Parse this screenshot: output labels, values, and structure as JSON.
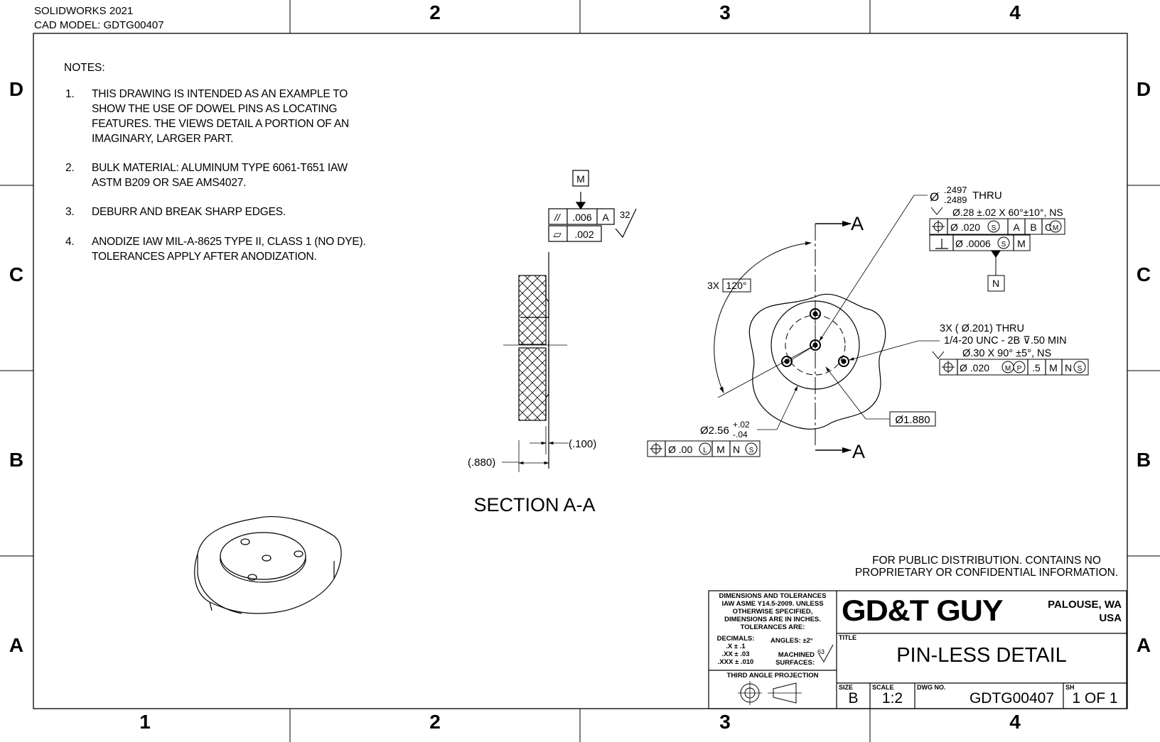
{
  "header": {
    "software": "SOLIDWORKS 2021",
    "cad_model": "CAD MODEL: GDTG00407"
  },
  "zones": {
    "columns": [
      "1",
      "2",
      "3",
      "4"
    ],
    "rows": [
      "D",
      "C",
      "B",
      "A"
    ]
  },
  "notes": {
    "title": "NOTES:",
    "items": [
      {
        "num": "1.",
        "text": "THIS DRAWING IS INTENDED AS AN EXAMPLE TO SHOW THE USE OF DOWEL PINS AS LOCATING FEATURES.  THE VIEWS DETAIL A PORTION OF AN IMAGINARY, LARGER PART."
      },
      {
        "num": "2.",
        "text": "BULK MATERIAL: ALUMINUM TYPE 6061-T651 IAW ASTM B209 OR SAE AMS4027."
      },
      {
        "num": "3.",
        "text": "DEBURR AND BREAK SHARP EDGES."
      },
      {
        "num": "4.",
        "text": "ANODIZE IAW MIL-A-8625 TYPE II, CLASS 1 (NO DYE).  TOLERANCES APPLY AFTER ANODIZATION."
      }
    ]
  },
  "section_view": {
    "title": "SECTION A-A",
    "datum_m": "M",
    "fcf_parallel": {
      "symbol": "//",
      "tol": ".006",
      "datum": "A"
    },
    "fcf_flatness": {
      "symbol": "▱",
      "tol": ".002"
    },
    "finish": "32",
    "dim_thickness": "(.880)",
    "dim_step": "(.100)"
  },
  "front_view": {
    "section_label": "A",
    "angle_count": "3X",
    "angle_basic": "120°",
    "center_hole": {
      "dia_prefix": "Ø",
      "dia_upper": ".2497",
      "dia_lower": ".2489",
      "thru": "THRU",
      "csk": "Ø.28 ±.02 X 60°±10°, NS",
      "fcf1": {
        "tol": "Ø .020",
        "mod": "S",
        "d1": "A",
        "d2": "B",
        "d3": "C",
        "d3mod": "M"
      },
      "fcf2": {
        "tol": "Ø .0006",
        "mod": "S",
        "d1": "M"
      },
      "datum_n": "N"
    },
    "tapped_holes": {
      "line1": "3X ( Ø.201) THRU",
      "line2": "1/4-20 UNC - 2B ⊽.50 MIN",
      "line3": "Ø.30 X 90° ±5°, NS",
      "fcf": {
        "tol": "Ø .020",
        "mod": "M",
        "proj": "P",
        "proj_len": ".5",
        "d1": "M",
        "d2": "N",
        "d2mod": "S"
      }
    },
    "bolt_circle": "Ø1.880",
    "boss_dia": {
      "value": "Ø2.56",
      "plus": "+.02",
      "minus": "-.04"
    },
    "boss_fcf": {
      "tol": "Ø .00",
      "mod": "L",
      "d1": "M",
      "d2": "N",
      "d2mod": "S"
    }
  },
  "distribution": {
    "line1": "FOR PUBLIC DISTRIBUTION.  CONTAINS NO",
    "line2": "PROPRIETARY OR CONFIDENTIAL INFORMATION."
  },
  "title_block": {
    "tolerance_note": [
      "DIMENSIONS AND TOLERANCES",
      "IAW ASME Y14.5-2009. UNLESS",
      "OTHERWISE SPECIFIED,",
      "DIMENSIONS ARE IN INCHES.",
      "TOLERANCES ARE:"
    ],
    "decimals_label": "DECIMALS:",
    "dec1": ".X ± .1",
    "dec2": ".XX ± .03",
    "dec3": ".XXX ± .010",
    "angles": "ANGLES: ±2°",
    "machined": "MACHINED",
    "surfaces": "SURFACES:",
    "finish": "63",
    "projection": "THIRD ANGLE PROJECTION",
    "company": "GD&T GUY",
    "location1": "PALOUSE, WA",
    "location2": "USA",
    "title_label": "TITLE",
    "title": "PIN-LESS DETAIL",
    "size_label": "SIZE",
    "size": "B",
    "scale_label": "SCALE",
    "scale": "1:2",
    "dwg_label": "DWG NO.",
    "dwg_no": "GDTG00407",
    "sheet_label": "SH",
    "sheet": "1 OF 1"
  }
}
